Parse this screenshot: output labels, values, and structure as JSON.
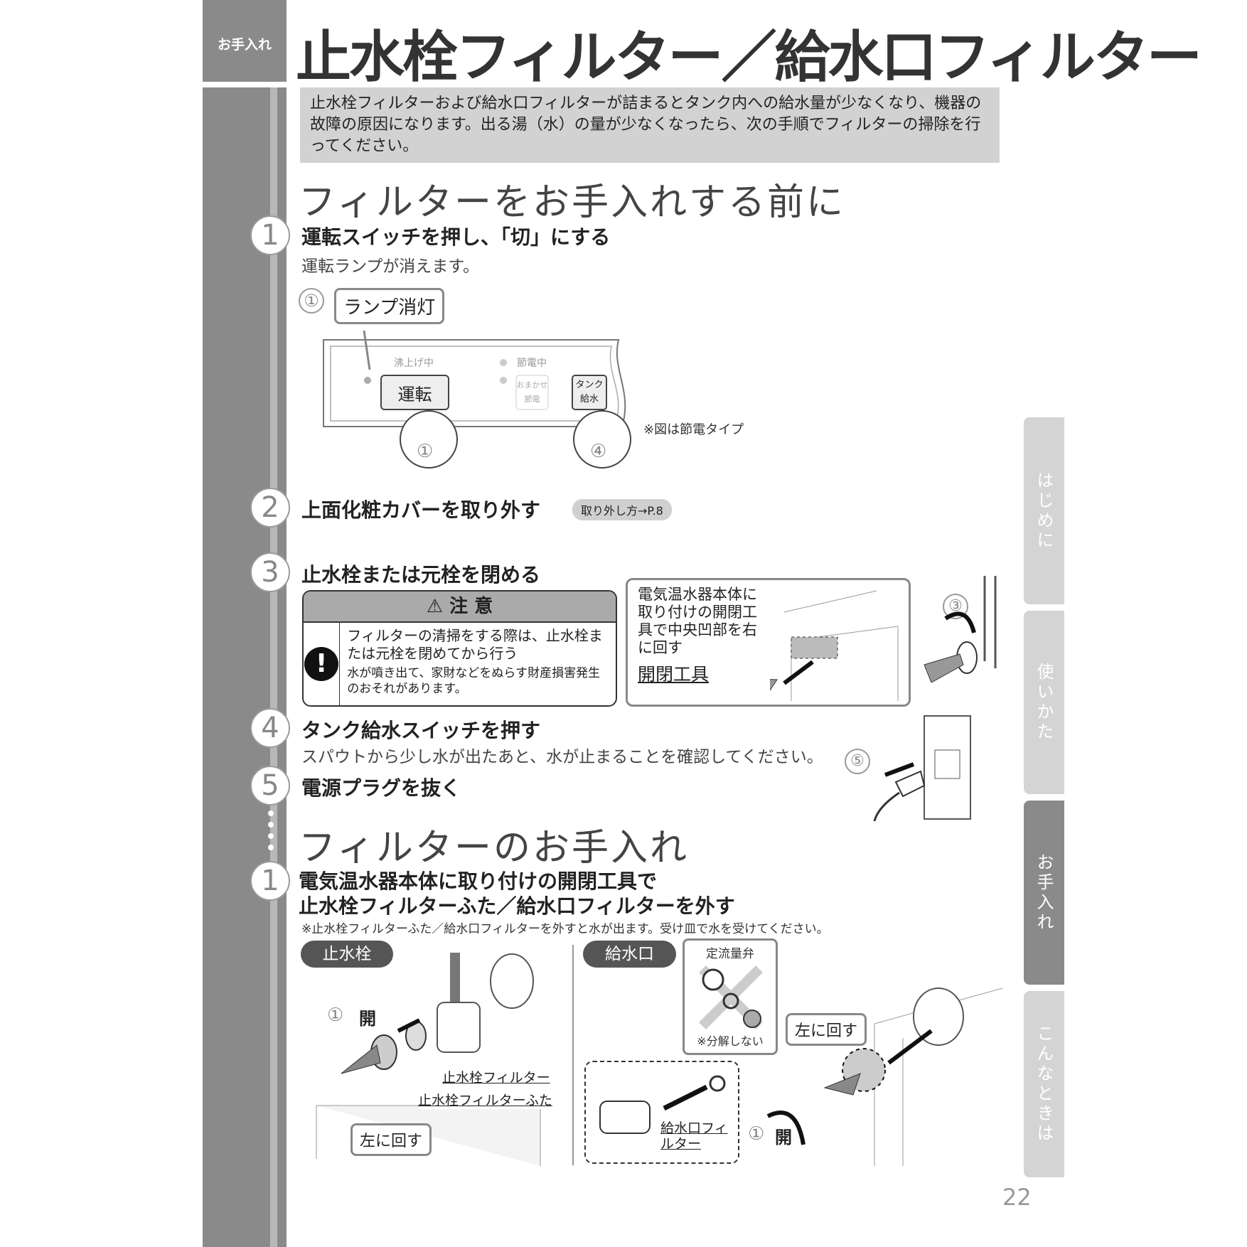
{
  "section_label": "お手入れ",
  "title": "止水栓フィルター／給水口フィルター",
  "intro": "止水栓フィルターおよび給水口フィルターが詰まるとタンク内への給水量が少なくなり、機器の故障の原因になります。出る湯（水）の量が少なくなったら、次の手順でフィルターの掃除を行ってください。",
  "before": {
    "heading": "フィルターをお手入れする前に",
    "steps": [
      {
        "num": "1",
        "title": "運転スイッチを押し、「切」にする",
        "sub": "運転ランプが消えます。"
      },
      {
        "num": "2",
        "title": "上面化粧カバーを取り外す",
        "badge": "取り外し方→P.8"
      },
      {
        "num": "3",
        "title": "止水栓または元栓を閉める"
      },
      {
        "num": "4",
        "title": "タンク給水スイッチを押す",
        "sub": "スパウトから少し水が出たあと、水が止まることを確認してください。"
      },
      {
        "num": "5",
        "title": "電源プラグを抜く"
      }
    ],
    "panel": {
      "callout_num": "①",
      "callout": "ランプ消灯",
      "label_boiling": "沸上げ中",
      "label_saving": "節電中",
      "btn_run": "運転",
      "btn_auto_line1": "おまかせ",
      "btn_auto_line2": "節電",
      "btn_tank_line1": "タンク",
      "btn_tank_line2": "給水",
      "hand1": "①",
      "hand4": "④",
      "note": "※図は節電タイプ"
    },
    "caution": {
      "header": "⚠ 注 意",
      "main": "フィルターの清掃をする際は、止水栓または元栓を閉めてから行う",
      "detail": "水が噴き出て、家財などをぬらす財産損害発生のおそれがあります。"
    },
    "callout": {
      "text": "電気温水器本体に取り付けの開閉工具で中央凹部を右に回す",
      "tool_label": "開閉工具",
      "num": "③"
    },
    "plug_num": "⑤"
  },
  "care": {
    "heading": "フィルターのお手入れ",
    "step": {
      "num": "1",
      "title_line1": "電気温水器本体に取り付けの開閉工具で",
      "title_line2": "止水栓フィルターふた／給水口フィルターを外す",
      "note": "※止水栓フィルターふた／給水口フィルターを外すと水が出ます。受け皿で水を受けてください。"
    },
    "left": {
      "pill": "止水栓",
      "open_num": "①",
      "open": "開",
      "filter": "止水栓フィルター",
      "filter_cap": "止水栓フィルターふた",
      "turn_left": "左に回す"
    },
    "right": {
      "pill": "給水口",
      "valve": "定流量弁",
      "no_disassemble": "※分解しない",
      "turn_left": "左に回す",
      "filter": "給水口フィルター",
      "open_num": "①",
      "open": "開"
    }
  },
  "tabs": [
    {
      "label": "はじめに",
      "active": false
    },
    {
      "label": "使いかた",
      "active": false
    },
    {
      "label": "お手入れ",
      "active": true
    },
    {
      "label": "こんなときは",
      "active": false
    }
  ],
  "page_number": "22"
}
